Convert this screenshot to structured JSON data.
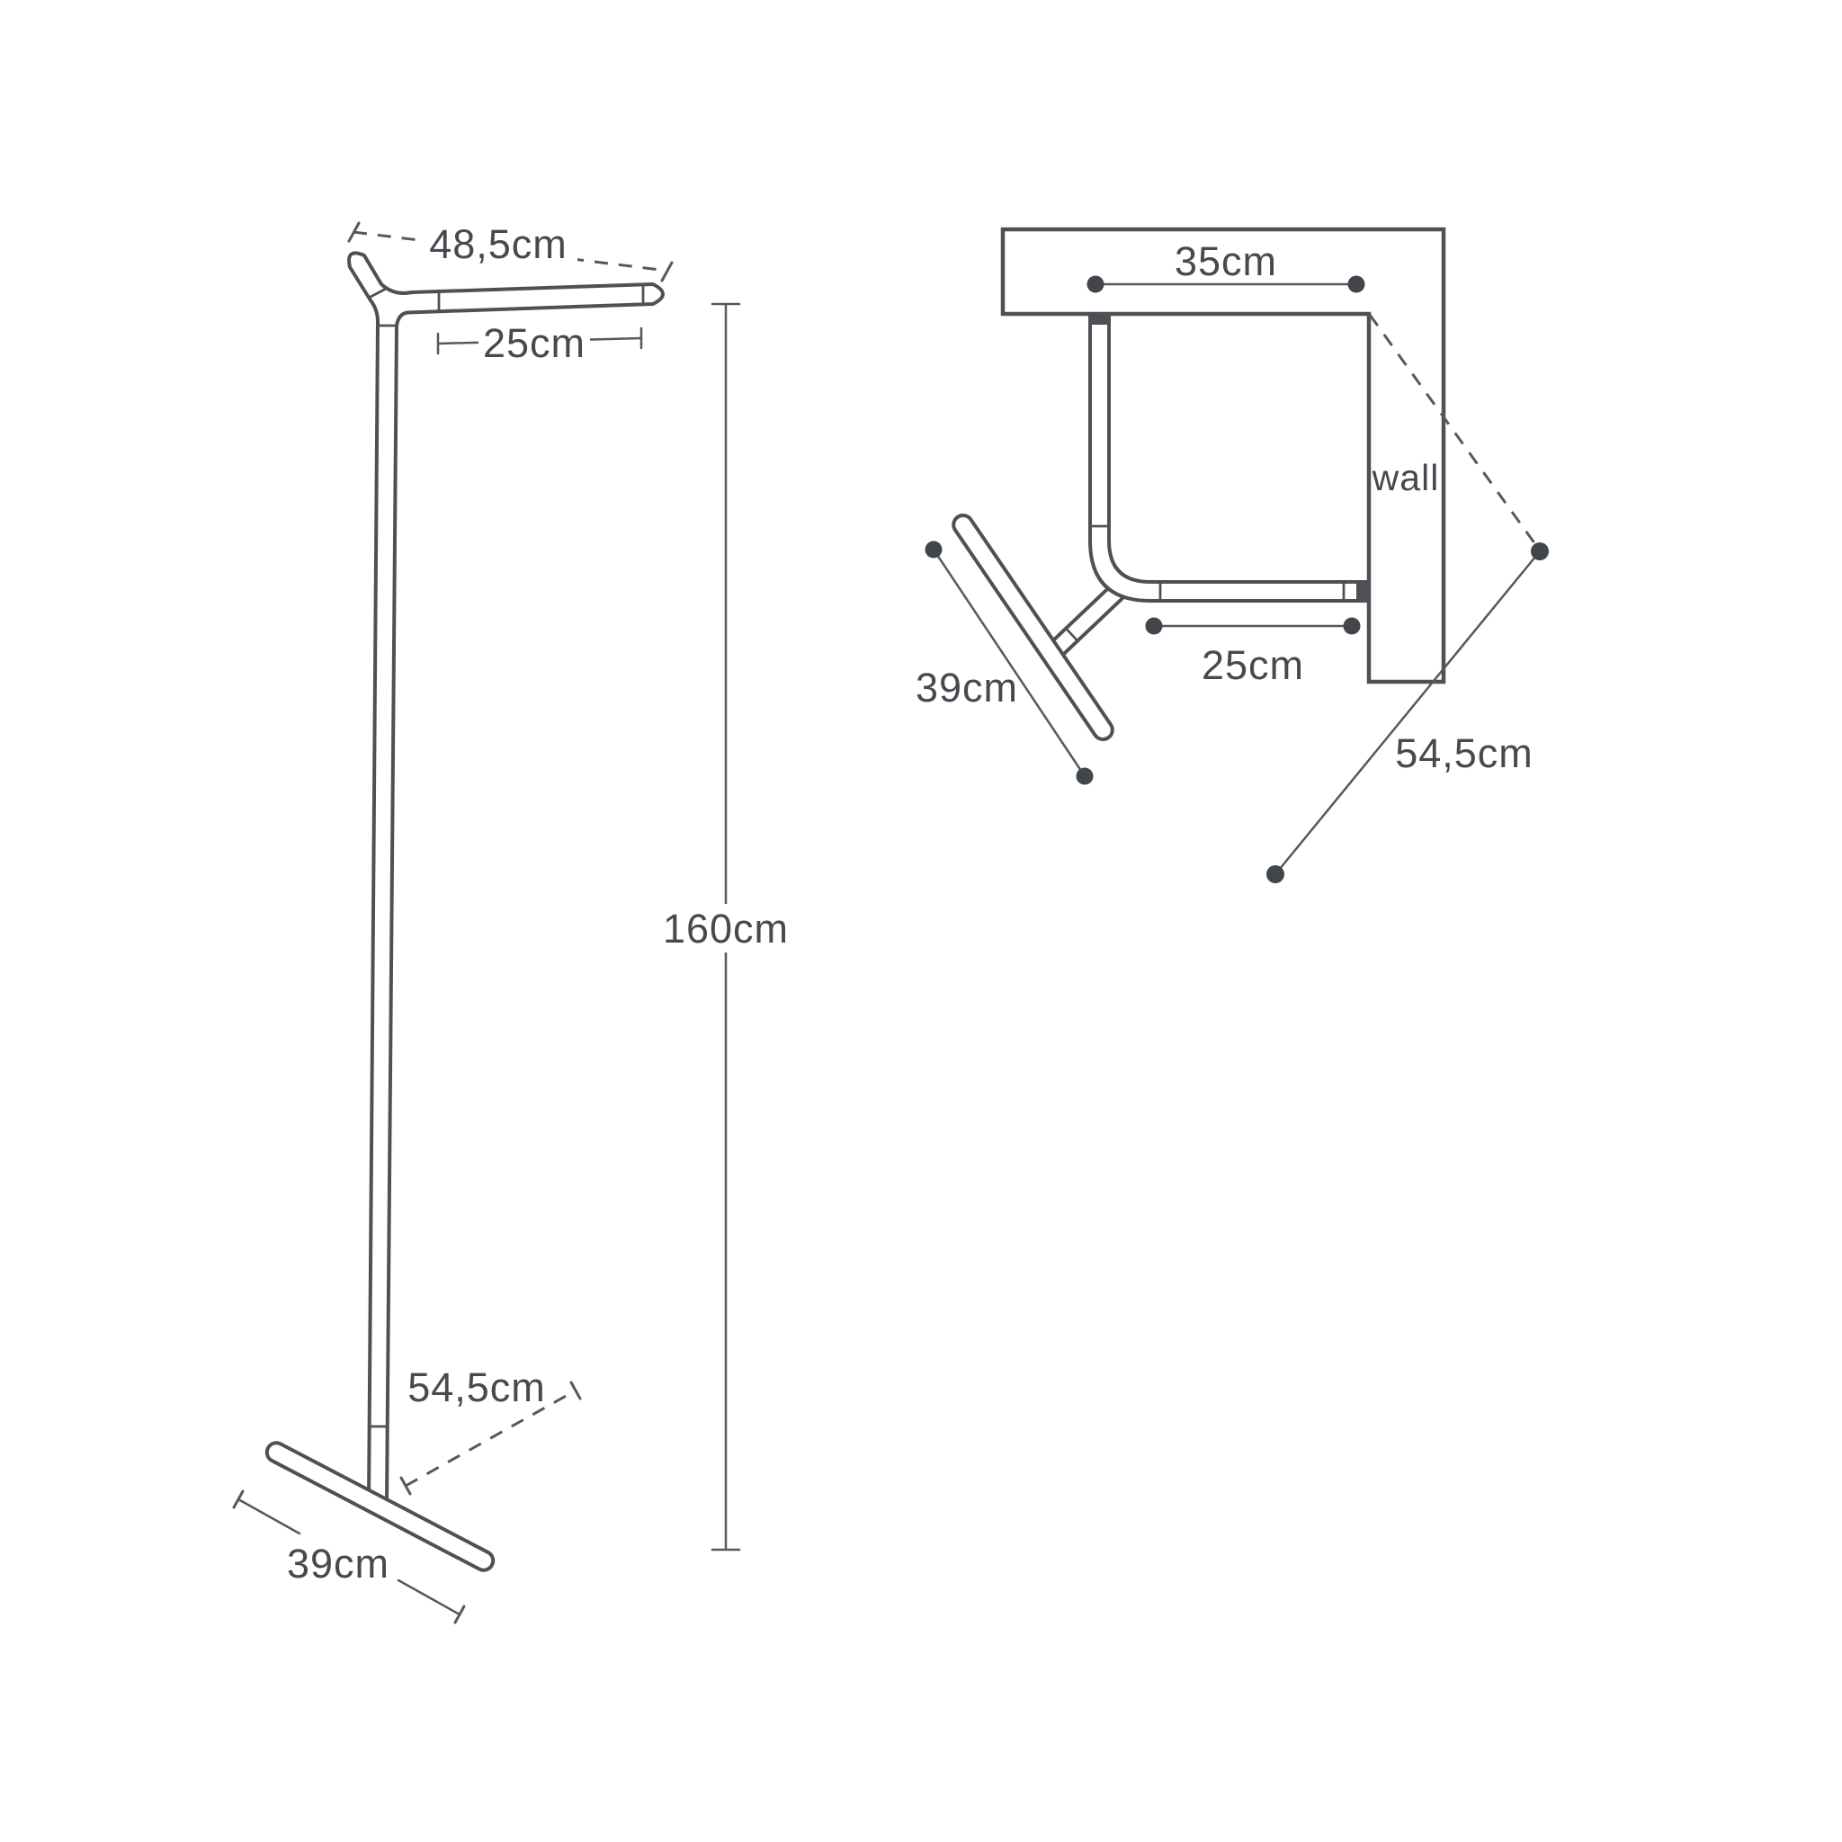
{
  "figure": {
    "background": "#ffffff",
    "stroke_color": "#4d5156",
    "dim_line_color": "#55595e",
    "text_color": "#464a4f",
    "dot_color": "#42464b",
    "front_view": {
      "description": "front elevation of coat rack",
      "dims": {
        "top_width": "48,5cm",
        "bar": "25cm",
        "height": "160cm",
        "base_diagonal": "54,5cm",
        "foot": "39cm"
      }
    },
    "top_view": {
      "description": "top plan view against wall corner",
      "wall_label": "wall",
      "dims": {
        "wall_span": "35cm",
        "bar": "25cm",
        "foot": "39cm",
        "diagonal": "54,5cm"
      }
    }
  }
}
